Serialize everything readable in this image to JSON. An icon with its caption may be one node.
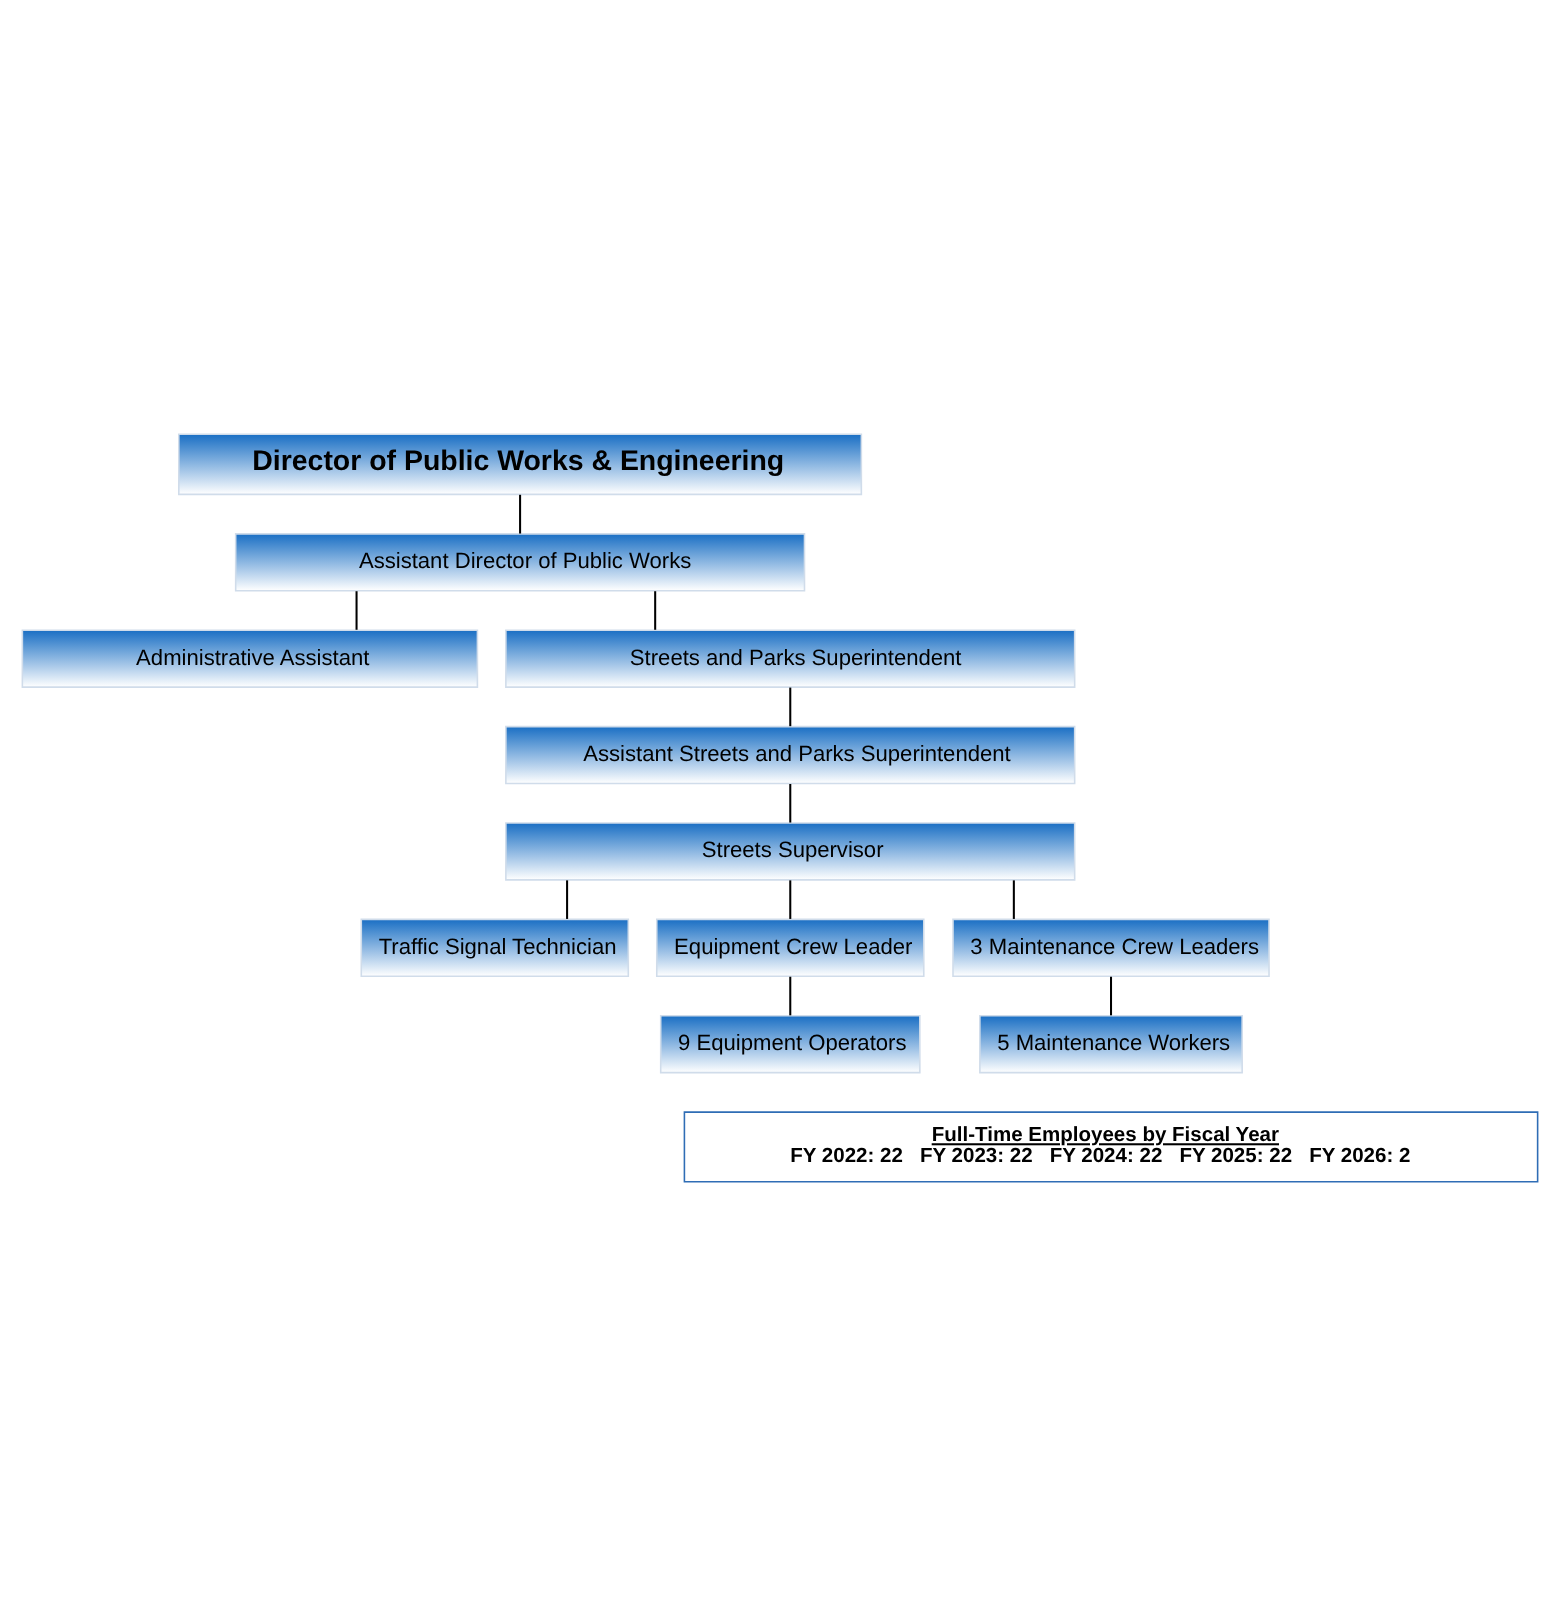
{
  "diagram": {
    "nodes": [
      {
        "text": [
          "Director of Public Works & Engineering"
        ]
      },
      {
        "text": [
          "Assistant Director of Public Works"
        ]
      },
      {
        "text": [
          "Administrative Assistant"
        ]
      },
      {
        "text": [
          "Streets and Parks Superintendent"
        ]
      },
      {
        "text": [
          "Assistant Streets and Parks Superintendent"
        ]
      },
      {
        "text": [
          "Streets Supervisor"
        ]
      },
      {
        "text": [
          "Traffic Signal Technician"
        ]
      },
      {
        "text": [
          "Equipment Crew Leader"
        ]
      },
      {
        "text": [
          "3 Maintenance Crew Leaders"
        ]
      },
      {
        "text": [
          "9 Equipment Operators"
        ]
      },
      {
        "text": [
          "5 Maintenance Workers"
        ]
      },
      {
        "text": [
          "Full-Time Employees by Fiscal Year",
          "FY 2022: 22   FY 2023: 22   FY 2024: 22   FY 2025: 22   FY 2026: 2"
        ]
      }
    ],
    "edges": [
      {
        "from": 0,
        "to": 1,
        "arrow": "none"
      },
      {
        "from": 1,
        "to": 2,
        "arrow": "none"
      },
      {
        "from": 1,
        "to": 3,
        "arrow": "none"
      },
      {
        "from": 3,
        "to": 4,
        "arrow": "none"
      },
      {
        "from": 4,
        "to": 5,
        "arrow": "none"
      },
      {
        "from": 5,
        "to": 6,
        "arrow": "none"
      },
      {
        "from": 5,
        "to": 7,
        "arrow": "none"
      },
      {
        "from": 5,
        "to": 8,
        "arrow": "none"
      },
      {
        "from": 7,
        "to": 9,
        "arrow": "none"
      },
      {
        "from": 8,
        "to": 10,
        "arrow": "none"
      }
    ]
  }
}
